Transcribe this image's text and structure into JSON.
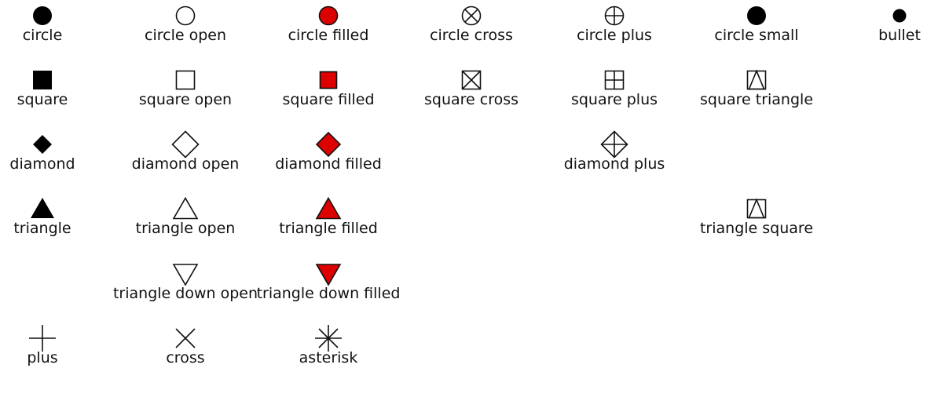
{
  "colors": {
    "stroke": "#111111",
    "solid": "#000000",
    "accent": "#dd0000",
    "background": "#ffffff"
  },
  "markers": [
    {
      "key": "circle",
      "label": "circle",
      "col": 0,
      "row": 0,
      "icon": "circle-solid"
    },
    {
      "key": "circle-open",
      "label": "circle open",
      "col": 1,
      "row": 0,
      "icon": "circle-open"
    },
    {
      "key": "circle-filled",
      "label": "circle filled",
      "col": 2,
      "row": 0,
      "icon": "circle-filled"
    },
    {
      "key": "circle-cross",
      "label": "circle cross",
      "col": 3,
      "row": 0,
      "icon": "circle-cross"
    },
    {
      "key": "circle-plus",
      "label": "circle plus",
      "col": 4,
      "row": 0,
      "icon": "circle-plus"
    },
    {
      "key": "circle-small",
      "label": "circle small",
      "col": 5,
      "row": 0,
      "icon": "circle-small"
    },
    {
      "key": "bullet",
      "label": "bullet",
      "col": 6,
      "row": 0,
      "icon": "bullet"
    },
    {
      "key": "square",
      "label": "square",
      "col": 0,
      "row": 1,
      "icon": "square-solid"
    },
    {
      "key": "square-open",
      "label": "square open",
      "col": 1,
      "row": 1,
      "icon": "square-open"
    },
    {
      "key": "square-filled",
      "label": "square filled",
      "col": 2,
      "row": 1,
      "icon": "square-filled"
    },
    {
      "key": "square-cross",
      "label": "square cross",
      "col": 3,
      "row": 1,
      "icon": "square-cross"
    },
    {
      "key": "square-plus",
      "label": "square plus",
      "col": 4,
      "row": 1,
      "icon": "square-plus"
    },
    {
      "key": "square-triangle",
      "label": "square triangle",
      "col": 5,
      "row": 1,
      "icon": "square-triangle"
    },
    {
      "key": "diamond",
      "label": "diamond",
      "col": 0,
      "row": 2,
      "icon": "diamond-solid"
    },
    {
      "key": "diamond-open",
      "label": "diamond open",
      "col": 1,
      "row": 2,
      "icon": "diamond-open"
    },
    {
      "key": "diamond-filled",
      "label": "diamond filled",
      "col": 2,
      "row": 2,
      "icon": "diamond-filled"
    },
    {
      "key": "diamond-plus",
      "label": "diamond plus",
      "col": 4,
      "row": 2,
      "icon": "diamond-plus"
    },
    {
      "key": "triangle",
      "label": "triangle",
      "col": 0,
      "row": 3,
      "icon": "triangle-solid"
    },
    {
      "key": "triangle-open",
      "label": "triangle open",
      "col": 1,
      "row": 3,
      "icon": "triangle-open"
    },
    {
      "key": "triangle-filled",
      "label": "triangle filled",
      "col": 2,
      "row": 3,
      "icon": "triangle-filled"
    },
    {
      "key": "triangle-square",
      "label": "triangle square",
      "col": 5,
      "row": 3,
      "icon": "triangle-square"
    },
    {
      "key": "triangle-down-open",
      "label": "triangle down open",
      "col": 1,
      "row": 4,
      "icon": "triangle-down-open"
    },
    {
      "key": "triangle-down-filled",
      "label": "triangle down filled",
      "col": 2,
      "row": 4,
      "icon": "triangle-down-filled"
    },
    {
      "key": "plus",
      "label": "plus",
      "col": 0,
      "row": 5,
      "icon": "plus"
    },
    {
      "key": "cross",
      "label": "cross",
      "col": 1,
      "row": 5,
      "icon": "cross"
    },
    {
      "key": "asterisk",
      "label": "asterisk",
      "col": 2,
      "row": 5,
      "icon": "asterisk"
    }
  ]
}
